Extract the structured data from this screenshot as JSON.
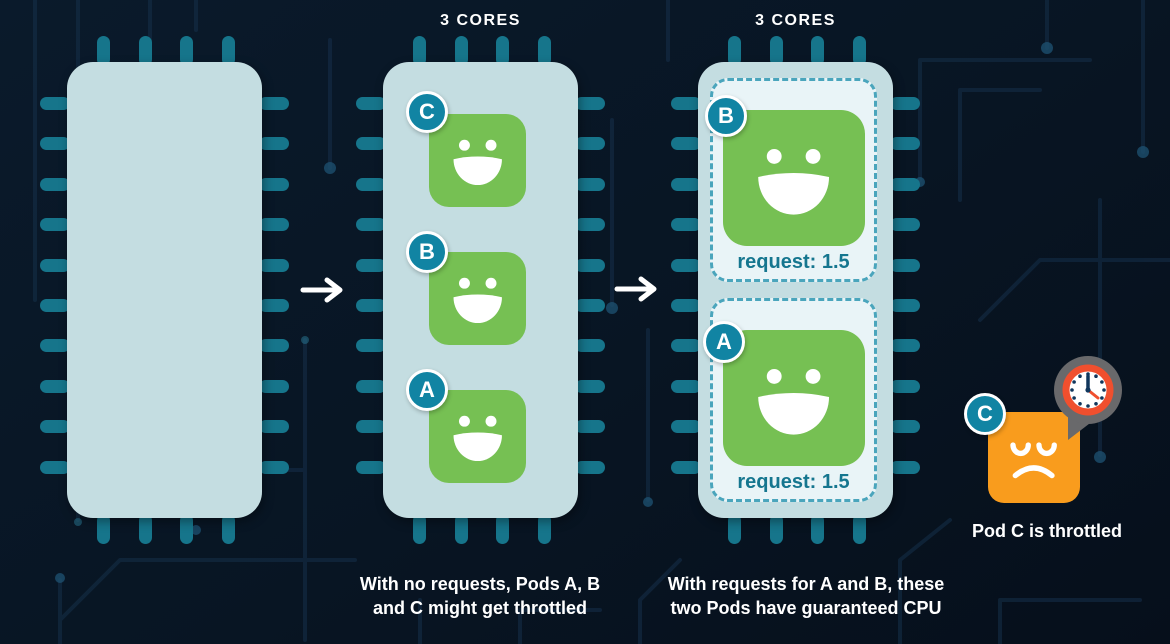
{
  "chips": {
    "empty": {
      "description": "empty CPU chip"
    },
    "no_requests": {
      "cores_label": "3 CORES",
      "pods": [
        {
          "id": "C"
        },
        {
          "id": "B"
        },
        {
          "id": "A"
        }
      ],
      "caption": "With no requests, Pods A, B\nand C might get throttled"
    },
    "with_requests": {
      "cores_label": "3 CORES",
      "pods": [
        {
          "id": "B",
          "request_label": "request: 1.5"
        },
        {
          "id": "A",
          "request_label": "request: 1.5"
        }
      ],
      "caption": "With requests for A and B, these\ntwo Pods have guaranteed CPU"
    }
  },
  "throttled_pod": {
    "id": "C",
    "label": "Pod C is throttled"
  },
  "icons": {
    "arrow_right": "right-arrow glyph",
    "happy_face": "smiling pod face",
    "sad_face": "frowning pod face",
    "clock": "clock in speech bubble",
    "chip_pins": "CPU pin stubs"
  },
  "colors": {
    "background": "#081523",
    "chip_body": "#c4dde1",
    "pin_teal": "#16758b",
    "pod_green": "#76c053",
    "badge_teal": "#1184a3",
    "request_box_bg": "#e9f4f7",
    "request_box_border": "#4aa5bc",
    "request_text": "#15768f",
    "throttled_orange": "#f99c1d",
    "bubble_gray": "#69696b",
    "clock_ring_red": "#f04f2e",
    "clock_hand_navy": "#10365c",
    "text_white": "#ffffff"
  }
}
